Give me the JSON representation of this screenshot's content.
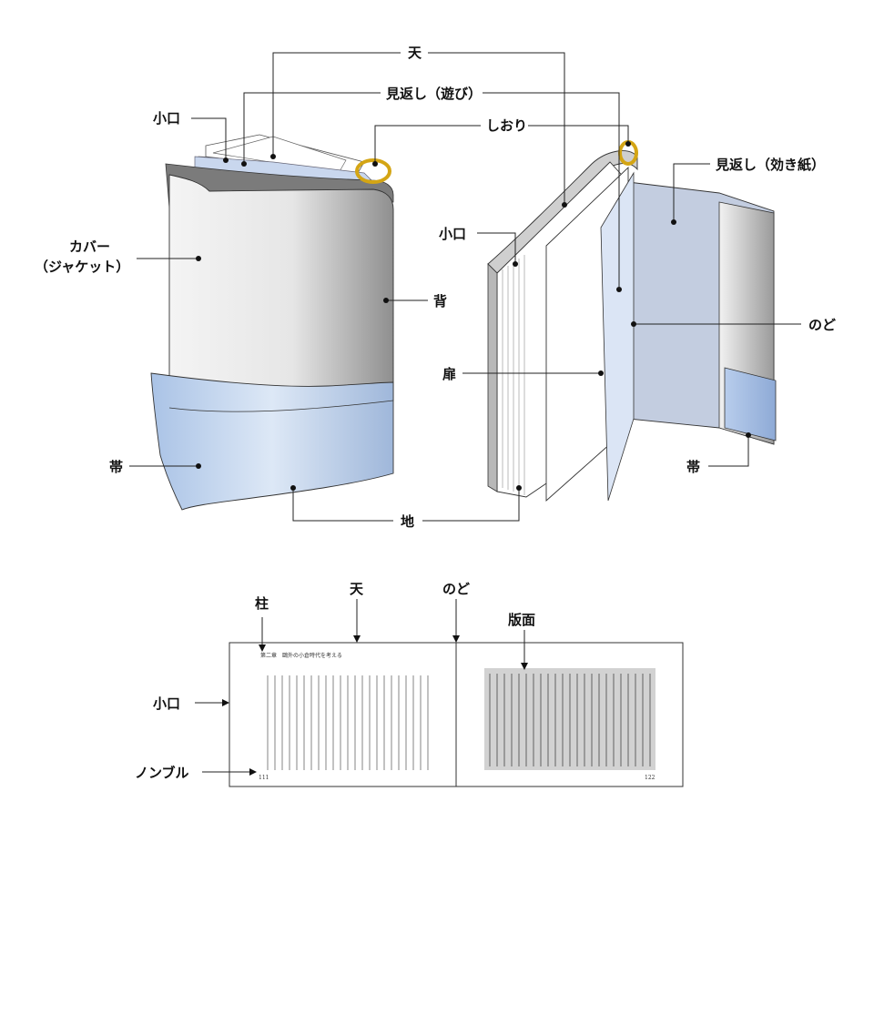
{
  "labels": {
    "ten": "天",
    "mikaeshi_asobi": "見返し（遊び）",
    "koguchi": "小口",
    "shiori": "しおり",
    "cover_line1": "カバー",
    "cover_line2": "（ジャケット）",
    "se": "背",
    "obi": "帯",
    "chi": "地",
    "koguchi_right": "小口",
    "mikaeshi_kikigami": "見返し（効き紙）",
    "tobira": "扉",
    "nodo": "のど",
    "obi_right": "帯",
    "hashira": "柱",
    "ten_bottom": "天",
    "nodo_bottom": "のど",
    "hanmen": "版面",
    "koguchi_bottom": "小口",
    "nombre": "ノンブル"
  },
  "spread": {
    "running_head": "第二章　鷗外の小倉時代を考える",
    "page_left": "111",
    "page_right": "122"
  }
}
